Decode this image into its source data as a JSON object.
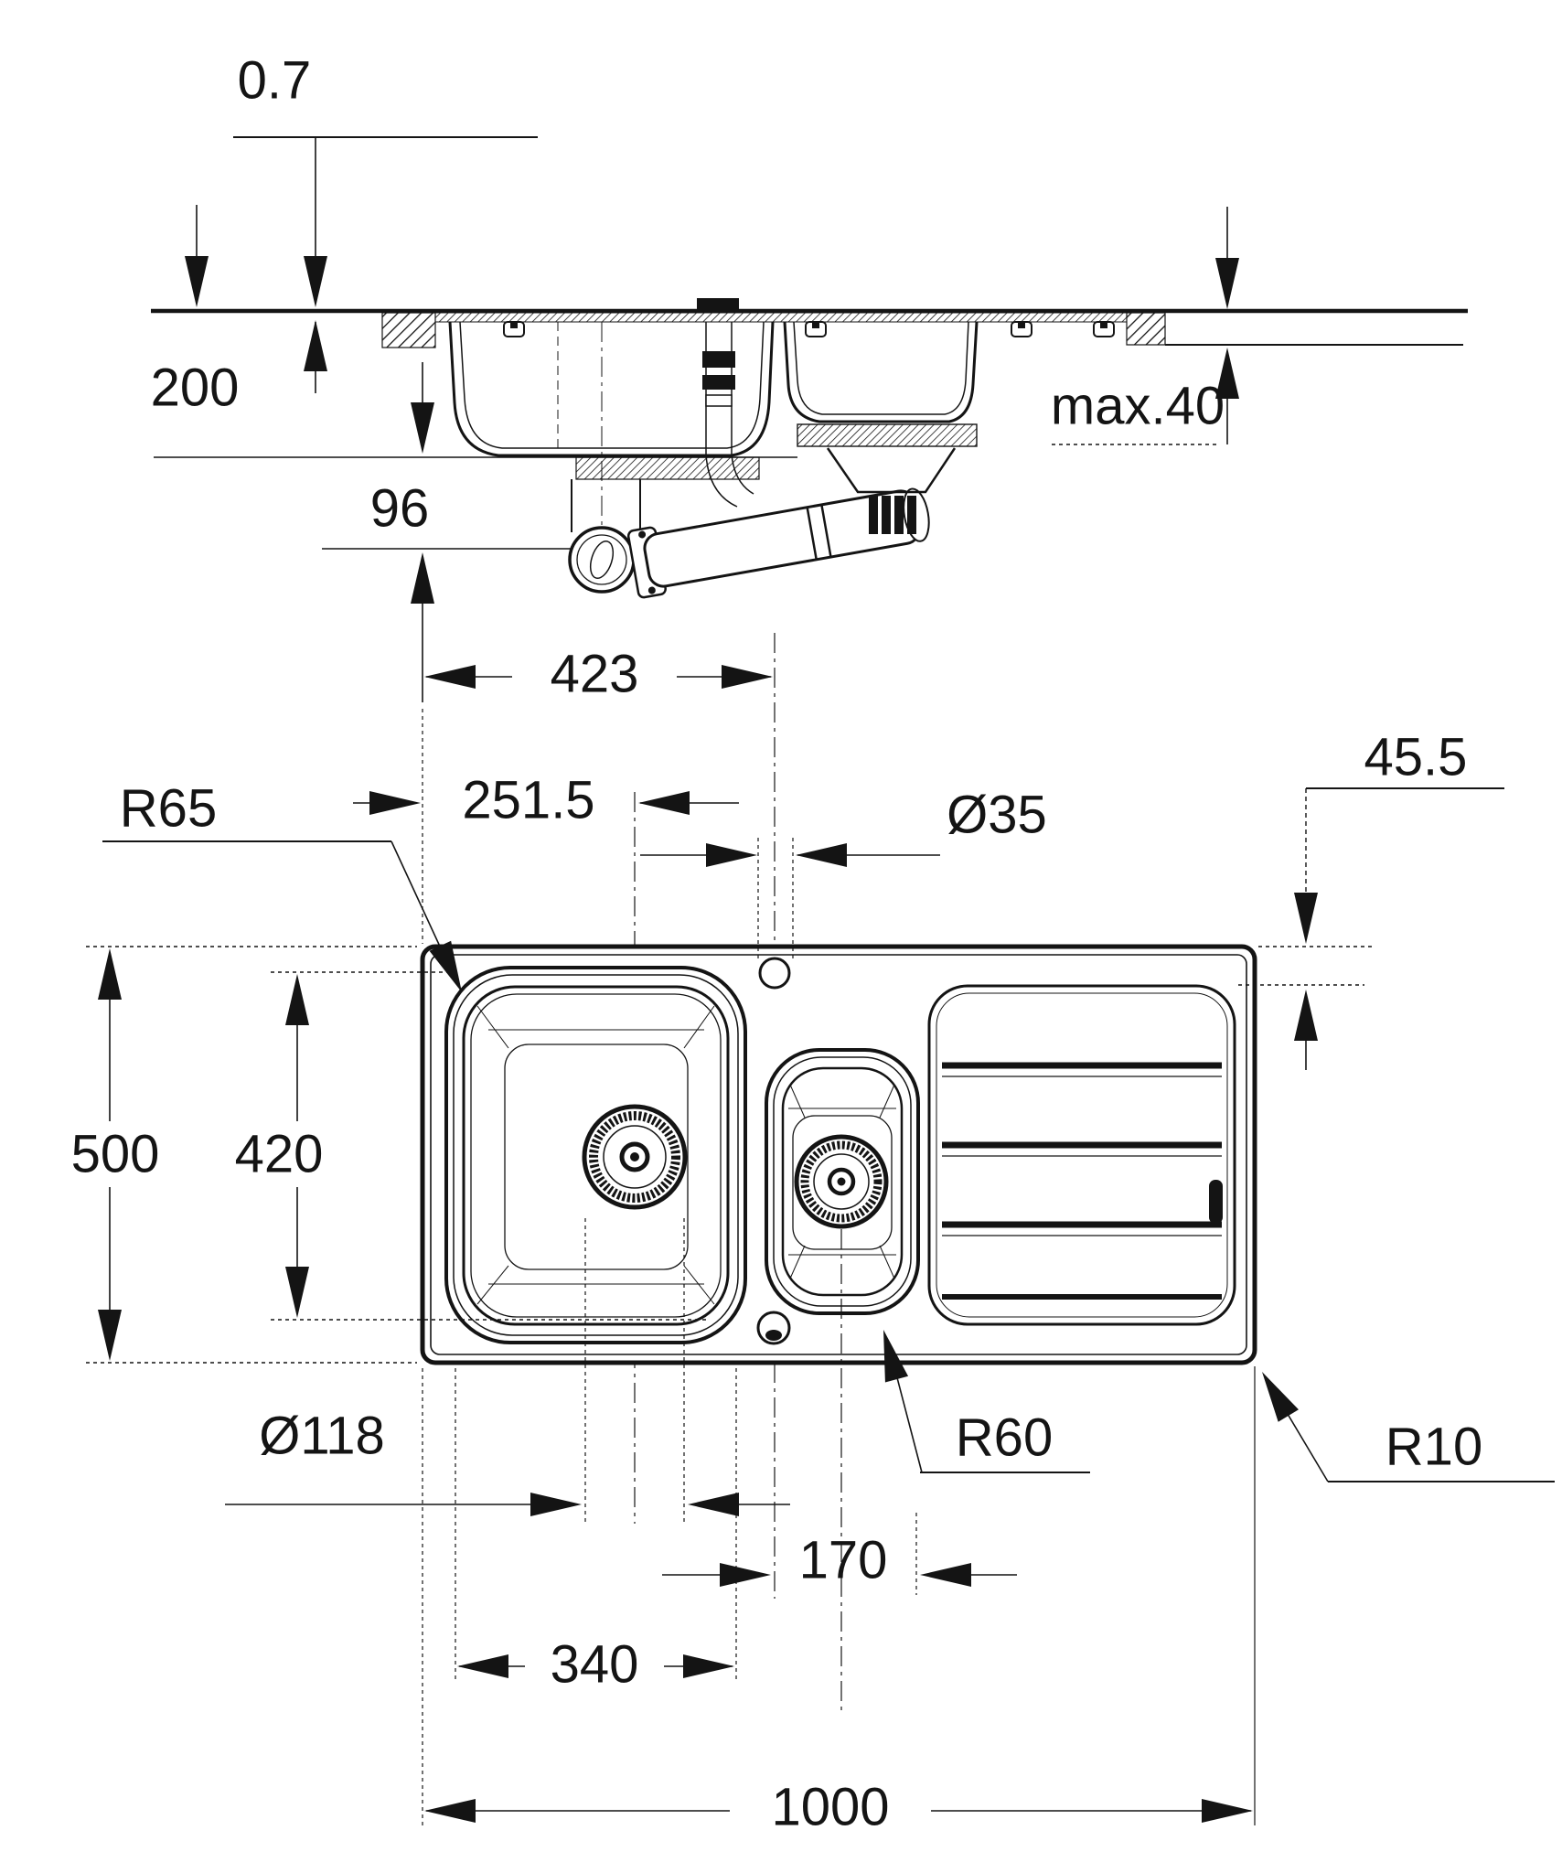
{
  "drawing": {
    "type": "technical-dimension-drawing",
    "subject": "kitchen sink with main bowl, half bowl and drainboard, section view and plan view",
    "line_color": "#141414",
    "background_color": "#ffffff"
  },
  "dims": {
    "sheet_thickness": "0.7",
    "bowl_depth": "200",
    "drain_outlet_drop": "96",
    "max_counter_thickness": "max.40",
    "faucet_center_from_left": "423",
    "drain_center_from_left": "251.5",
    "faucet_hole_diameter": "Ø35",
    "drainboard_edge_inset": "45.5",
    "main_bowl_corner_radius": "R65",
    "overall_depth": "500",
    "main_bowl_length": "420",
    "drain_hole_diameter": "Ø118",
    "small_bowl_corner_radius": "R60",
    "outer_corner_radius": "R10",
    "small_bowl_width": "170",
    "main_bowl_width": "340",
    "overall_width": "1000"
  }
}
